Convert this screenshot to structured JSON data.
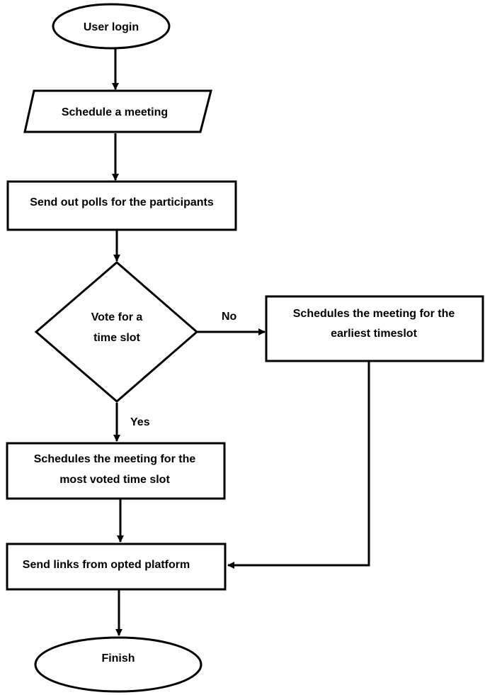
{
  "nodes": {
    "start": "User login",
    "schedule": "Schedule a meeting",
    "polls": "Send out polls for the participants",
    "decision_line1": "Vote for a",
    "decision_line2": "time slot",
    "earliest_line1": "Schedules the meeting for the",
    "earliest_line2": "earliest timeslot",
    "most_voted_line1": "Schedules the meeting for the",
    "most_voted_line2": "most voted time slot",
    "send_links": "Send links from opted platform",
    "finish": "Finish"
  },
  "edges": {
    "no": "No",
    "yes": "Yes"
  },
  "colors": {
    "stroke": "#000000",
    "fill": "#ffffff"
  }
}
